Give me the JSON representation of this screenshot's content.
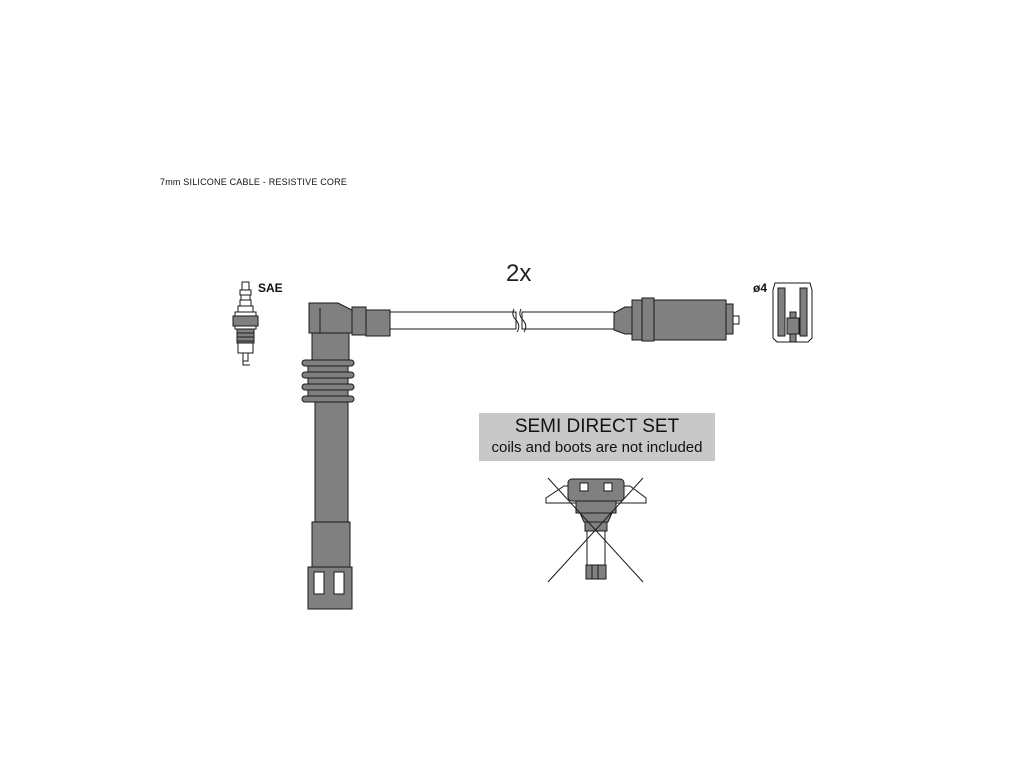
{
  "header": {
    "spec_text": "7mm SILICONE CABLE - RESISTIVE CORE"
  },
  "diagram": {
    "quantity_label": "2x",
    "spark_plug_label": "SAE",
    "terminal_label": "ø4"
  },
  "notice": {
    "title": "SEMI DIRECT SET",
    "subtitle": "coils and boots are not included"
  }
}
